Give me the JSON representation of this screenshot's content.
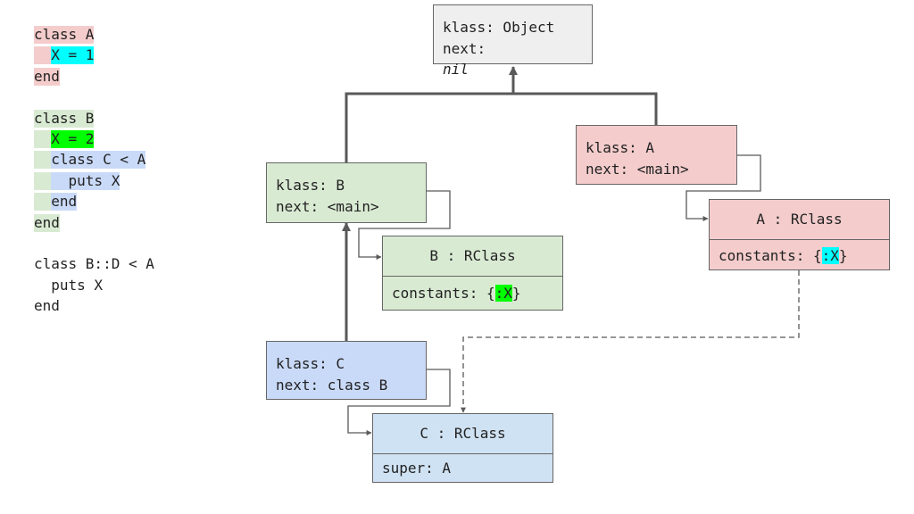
{
  "colors": {
    "red_bg": "#f4cccc",
    "green_bg": "#d9ead3",
    "blue_bg": "#c9daf8",
    "light_blue_bg": "#cfe2f3",
    "cyan_highlight": "#00ffff",
    "green_highlight": "#00ff00",
    "gray_bg": "#efefef",
    "line": "#595959"
  },
  "code": {
    "line1": "class A",
    "line2": "X = 1",
    "line3": "end",
    "line5": "class B",
    "line6": "X = 2",
    "line7": "class C < A",
    "line8": "puts X",
    "line9": "end",
    "line10": "end",
    "line12": "class B::D < A",
    "line13": "puts X",
    "line14": "end"
  },
  "nodes": {
    "object": {
      "klass": "klass: Object",
      "next_label": "next: ",
      "next_value": "nil"
    },
    "frame_a": {
      "klass": "klass: A",
      "next": "next: <main>"
    },
    "frame_b": {
      "klass": "klass: B",
      "next": "next: <main>"
    },
    "frame_c": {
      "klass": "klass: C",
      "next": "next: class B"
    },
    "rclass_a": {
      "title": "A : RClass",
      "prefix": "constants: {",
      "key": ":X",
      "suffix": "}"
    },
    "rclass_b": {
      "title": "B : RClass",
      "prefix": "constants: {",
      "key": ":X",
      "suffix": "}"
    },
    "rclass_c": {
      "title": "C : RClass",
      "body": "super: A"
    }
  }
}
